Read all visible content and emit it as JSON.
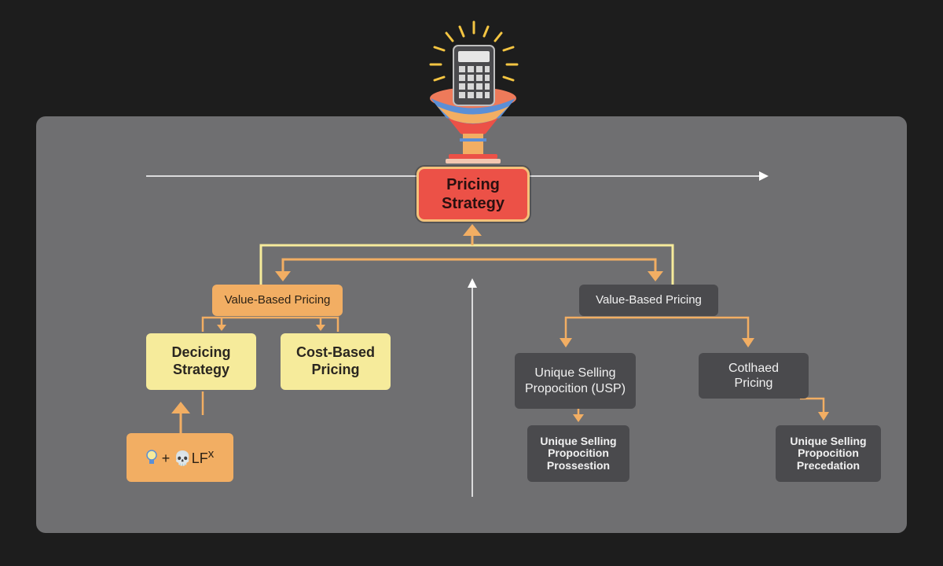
{
  "diagram": {
    "root": {
      "label_line1": "Pricing",
      "label_line2": "Strategy"
    },
    "left_branch": {
      "header": "Value-Based Pricing",
      "child_a": {
        "line1": "Decicing",
        "line2": "Strategy"
      },
      "child_b": {
        "line1": "Cost-Based",
        "line2": "Pricing"
      },
      "icon_box": {
        "text": "+ 💀LF",
        "superscript": "x"
      }
    },
    "right_branch": {
      "header": "Value-Based Pricing",
      "child_a": {
        "line1": "Unique Selling",
        "line2": "Propocition (USP)"
      },
      "child_b": {
        "line1": "Cotlhaed",
        "line2": "Pricing"
      },
      "leaf_a": {
        "line1": "Unique Selling",
        "line2": "Propocition",
        "line3": "Prossestion"
      },
      "leaf_b": {
        "line1": "Unique Selling",
        "line2": "Propocition",
        "line3": "Precedation"
      }
    },
    "icons": [
      "calculator-icon",
      "funnel-icon",
      "lightbulb-icon"
    ],
    "colors": {
      "background": "#1d1d1d",
      "panel": "#6f6f71",
      "root_fill": "#ec5147",
      "connector": "#f2ae63",
      "highlight_yellow": "#f6eb9b",
      "dark_node": "#4a4a4d"
    }
  }
}
